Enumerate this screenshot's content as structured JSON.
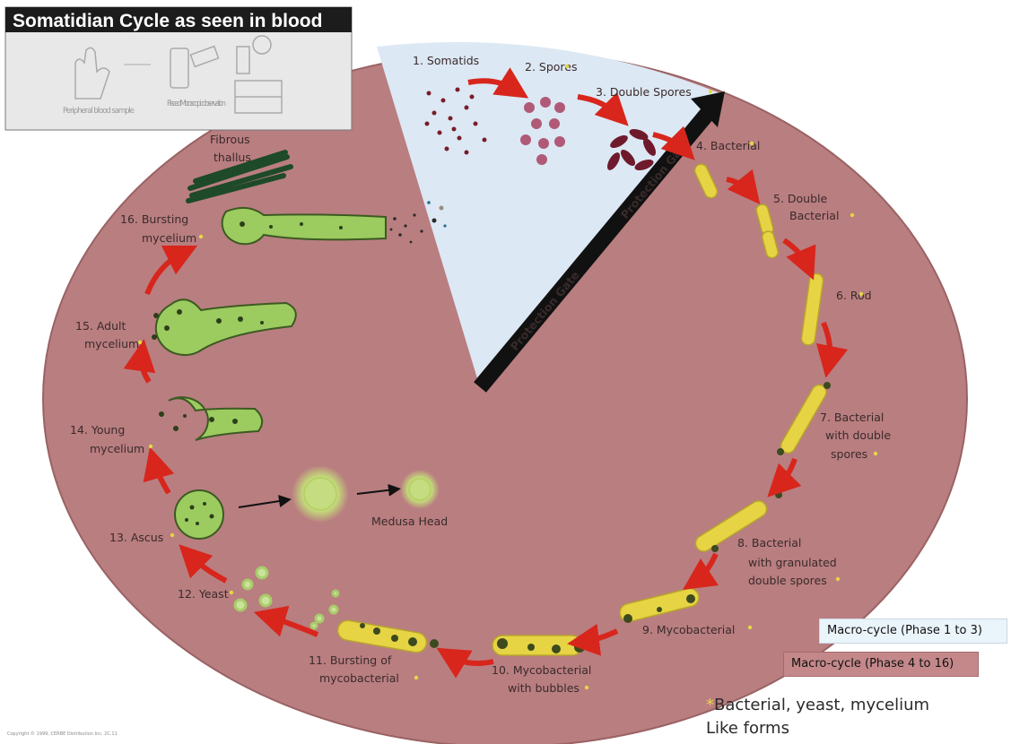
{
  "header": {
    "title": "Somatidian Cycle as seen in blood",
    "captions": [
      "Peripheral blood sample",
      "Placed Microscopic observation"
    ]
  },
  "gate_label": "Protection Gate",
  "stages": [
    "1. Somatids",
    "2. Spores",
    "3. Double Spores",
    "4. Bacterial",
    "5. Double Bacterial",
    "6. Rod",
    "7. Bacterial with double spores",
    "8. Bacterial with granulated double spores",
    "9. Mycobacterial",
    "10. Mycobacterial with bubbles",
    "11. Bursting of mycobacterial",
    "12. Yeast",
    "13. Ascus",
    "14. Young mycelium",
    "15. Adult mycelium",
    "16. Bursting mycelium"
  ],
  "extra_labels": {
    "fibrous_thallus": "Fibrous thallus",
    "medusa_head": "Medusa Head"
  },
  "legend": {
    "macro1": "Macro-cycle (Phase 1 to 3)",
    "macro2": "Macro-cycle (Phase 4 to 16)",
    "note_line1": "Bacterial, yeast, mycelium",
    "note_line2": "Like forms"
  },
  "copyright": "Copyright © 1999, CERBE Distribution Inc. 2C.11",
  "colors": {
    "outer_fill": "#b97e80",
    "wedge_fill": "#dce8f4",
    "arrow_red": "#d8261d",
    "bacteria_yellow": "#e6d444",
    "mycelium_green": "#a9d36b"
  }
}
